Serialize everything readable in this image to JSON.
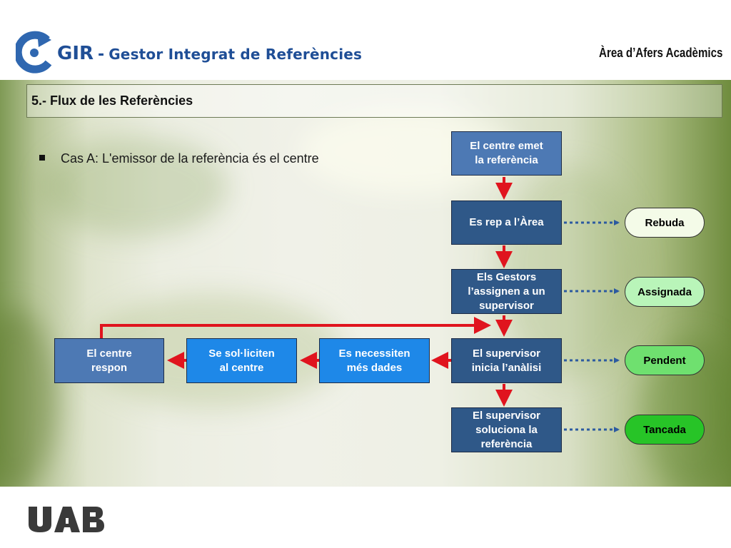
{
  "header": {
    "app_short": "GIR",
    "app_dash": "-",
    "app_full": "Gestor Integrat de Referències",
    "area": "Àrea d’Afers Acadèmics"
  },
  "section": {
    "title": "5.- Flux de les Referències"
  },
  "bullet": {
    "text": "Cas A: L'emissor de la referència és el centre"
  },
  "flow": {
    "steps": [
      {
        "line1": "El centre emet",
        "line2": "la referència",
        "line3": ""
      },
      {
        "line1": "Es rep a l’Àrea",
        "line2": "",
        "line3": ""
      },
      {
        "line1": "Els Gestors",
        "line2": "l’assignen a un",
        "line3": "supervisor"
      },
      {
        "line1": "El supervisor",
        "line2": "inicia l’anàlisi",
        "line3": ""
      },
      {
        "line1": "El supervisor",
        "line2": "soluciona la",
        "line3": "referència"
      }
    ],
    "branch": [
      {
        "line1": "Es necessiten",
        "line2": "més dades"
      },
      {
        "line1": "Se sol·liciten",
        "line2": "al centre"
      },
      {
        "line1": "El centre",
        "line2": "respon"
      }
    ],
    "states": [
      {
        "label": "Rebuda",
        "color": "#f4fbe8"
      },
      {
        "label": "Assignada",
        "color": "#b9f5b9"
      },
      {
        "label": "Pendent",
        "color": "#6fe06f"
      },
      {
        "label": "Tancada",
        "color": "#27c427"
      }
    ]
  },
  "colors": {
    "accent_red": "#e0141e",
    "dotted_blue": "#2c5aa0",
    "box_dark": "#2f5888",
    "box_bright": "#1e88e8",
    "title_blue": "#1f4e96"
  },
  "footer": {
    "logo_text": "UAB"
  }
}
